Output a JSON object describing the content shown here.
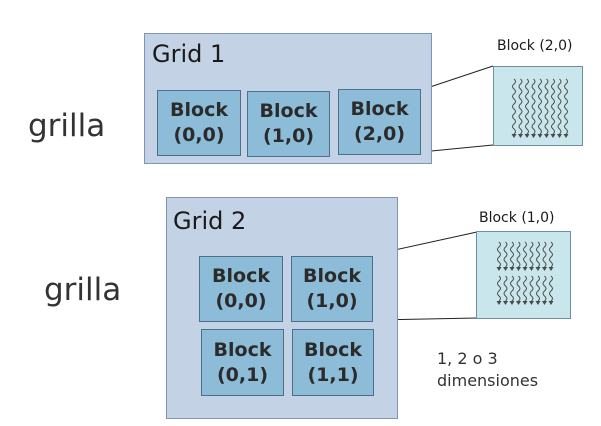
{
  "grid1": {
    "title": "Grid 1",
    "side_label": "grilla",
    "blocks": [
      {
        "line1": "Block",
        "line2": "(0,0)"
      },
      {
        "line1": "Block",
        "line2": "(1,0)"
      },
      {
        "line1": "Block",
        "line2": "(2,0)"
      }
    ],
    "zoom": {
      "caption": "Block (2,0)",
      "thread_rows": 1,
      "thread_cols": 9
    }
  },
  "grid2": {
    "title": "Grid 2",
    "side_label": "grilla",
    "blocks": [
      {
        "line1": "Block",
        "line2": "(0,0)"
      },
      {
        "line1": "Block",
        "line2": "(1,0)"
      },
      {
        "line1": "Block",
        "line2": "(0,1)"
      },
      {
        "line1": "Block",
        "line2": "(1,1)"
      }
    ],
    "zoom": {
      "caption": "Block (1,0)",
      "thread_rows": 2,
      "thread_cols": 9
    }
  },
  "note": {
    "line1": "1, 2 o 3",
    "line2": "dimensiones"
  },
  "colors": {
    "grid_fill": "#c4d2e6",
    "block_fill": "#8cbcd7",
    "zoom_fill": "#c9e6ec",
    "thread_stroke": "#4a4a4a"
  },
  "icons": [
    "wavy-thread-arrow-icon"
  ]
}
